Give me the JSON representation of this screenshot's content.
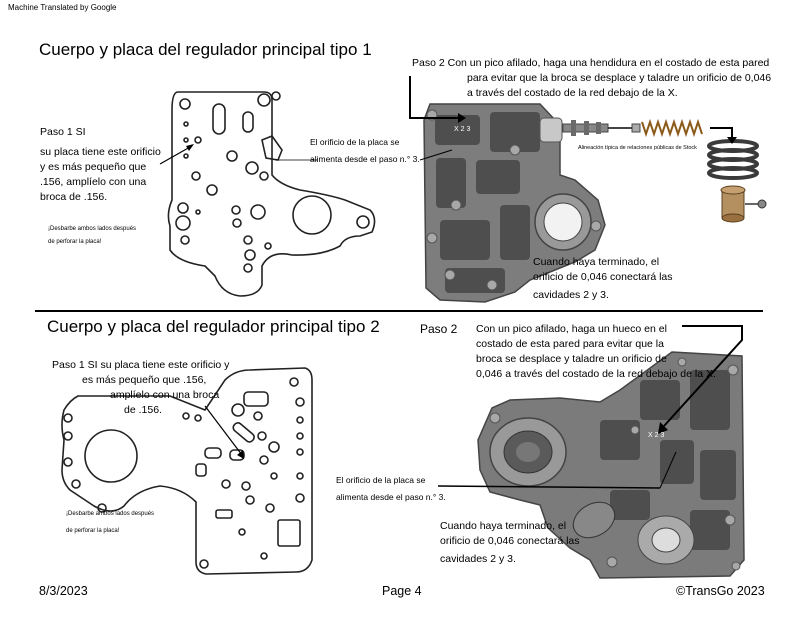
{
  "header": {
    "machine_translated": "Machine Translated by Google"
  },
  "section1": {
    "title": "Cuerpo y placa del regulador principal tipo 1",
    "step1_label": "Paso 1 SI",
    "step1_text": [
      "su placa tiene este orificio",
      "y es más pequeño que",
      ".156, amplíelo con una",
      "broca de .156."
    ],
    "deburr": [
      "¡Desbarbe ambos lados después",
      "de perforar la placa!"
    ],
    "plate_hole_note": [
      "El orificio de la placa se",
      "alimenta desde el paso n.° 3."
    ],
    "step2_text": [
      "Paso 2 Con un pico afilado, haga una hendidura en el costado de esta pared",
      "para evitar que la broca se desplace y taladre un orificio de 0,046",
      "a través del costado de la red debajo de la X."
    ],
    "stock_note": "Alineación típica de relaciones públicas de Stock",
    "finish_text": [
      "Cuando haya terminado, el",
      "orificio de 0,046 conectará las",
      "cavidades 2 y 3."
    ]
  },
  "section2": {
    "title": "Cuerpo y placa del regulador principal tipo 2",
    "step1_text": [
      "Paso 1 SI su placa tiene este orificio y",
      "es más pequeño que .156,",
      "amplíelo con una broca",
      "de .156."
    ],
    "deburr": [
      "¡Desbarbe ambos lados después",
      "de perforar la placa!"
    ],
    "plate_hole_note": [
      "El orificio de la placa se",
      "alimenta desde el paso n.° 3."
    ],
    "step2_label": "Paso 2",
    "step2_text": [
      "Con un pico afilado, haga un hueco en el",
      "costado de esta pared para evitar que la",
      "broca se desplace y taladre un orificio de",
      "0,046 a través del costado de la red debajo de la X."
    ],
    "finish_text": [
      "Cuando haya terminado, el",
      "orificio de 0,046 conectará las",
      "cavidades 2 y 3."
    ]
  },
  "photo_marks": {
    "mark_x": "X",
    "cavity_2": "2",
    "cavity_3": "3"
  },
  "footer": {
    "date": "8/3/2023",
    "page": "Page 4",
    "copyright": "©TransGo 2023"
  }
}
